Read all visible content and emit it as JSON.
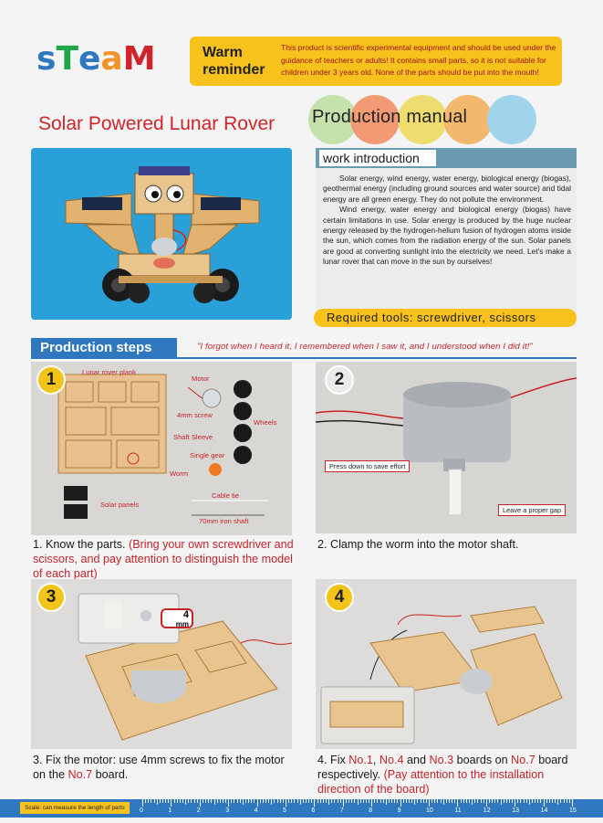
{
  "header": {
    "logo_letters": [
      {
        "char": "s",
        "color": "#2f78bf"
      },
      {
        "char": "T",
        "color": "#1fa84a"
      },
      {
        "char": "e",
        "color": "#2f78bf"
      },
      {
        "char": "a",
        "color": "#f0932b"
      },
      {
        "char": "M",
        "color": "#d1242a"
      }
    ],
    "reminder_title": "Warm reminder",
    "reminder_text": "This product is scientific experimental equipment and should be used under the guidance of teachers or adults! It contains small parts, so it is not suitable for children under 3 years old. None of the parts should be put into the mouth!",
    "product_title": "Solar Powered Lunar Rover",
    "manual_label": "Production manual",
    "circle_colors": [
      "#c5e2ac",
      "#f19a73",
      "#eedd6e",
      "#f3b86d",
      "#9fd4ec"
    ]
  },
  "intro": {
    "heading": "work introduction",
    "paragraph_1": "Solar energy, wind energy, water energy, biological energy (biogas), geothermal energy (including ground sources and water source) and tidal energy are all green energy. They do not pollute the environment.",
    "paragraph_2": "Wind energy, water energy and biological energy (biogas) have certain limitations in use. Solar energy is produced by the huge nuclear energy released by the hydrogen-helium fusion of hydrogen atoms inside the sun, which comes from the radiation energy of the sun. Solar panels are good at converting sunlight into the electricity we need. Let's make a lunar rover that can move in the sun by ourselves!",
    "tools": "Required tools: screwdriver, scissors"
  },
  "steps_header": {
    "title": "Production steps",
    "quote": "\"I forgot when I heard it, I remembered when I saw it, and I understood when I did it!\""
  },
  "steps": [
    {
      "number": "1",
      "caption_plain": "1. Know the parts.",
      "caption_red": "(Bring your own screwdriver and scissors, and pay attention to distinguish the model of each part)",
      "part_labels": {
        "plank": "Lunar rover plank",
        "motor": "Motor",
        "screw": "4mm screw",
        "wheels": "Wheels",
        "sleeve": "Shaft Sleeve",
        "gear": "Single gear",
        "worm": "Worm",
        "cable": "Cable tie",
        "solar": "Solar panels",
        "shaft": "70mm iron shaft"
      }
    },
    {
      "number": "2",
      "caption_plain": "2. Clamp the worm into the motor shaft.",
      "note_1": "Press down to save effort",
      "note_2": "Leave a proper gap"
    },
    {
      "number": "3",
      "caption_plain": "3. Fix the motor: use 4mm screws to fix the motor on the",
      "caption_red_inline": "No.7",
      "caption_tail": "board.",
      "screw_size": "4",
      "screw_unit": "mm"
    },
    {
      "number": "4",
      "caption_parts": [
        {
          "t": "4. Fix ",
          "red": false
        },
        {
          "t": "No.1",
          "red": true
        },
        {
          "t": ", ",
          "red": false
        },
        {
          "t": "No.4",
          "red": true
        },
        {
          "t": " and ",
          "red": false
        },
        {
          "t": "No.3",
          "red": true
        },
        {
          "t": " boards on ",
          "red": false
        },
        {
          "t": "No.7",
          "red": true
        },
        {
          "t": " board respectively. ",
          "red": false
        },
        {
          "t": "(Pay attention to the installation direction of the board)",
          "red": true
        }
      ]
    }
  ],
  "ruler": {
    "tag": "Scale: can measure the length of parts",
    "numbers": [
      "0",
      "1",
      "2",
      "3",
      "4",
      "5",
      "6",
      "7",
      "8",
      "9",
      "10",
      "11",
      "12",
      "13",
      "14",
      "15"
    ]
  }
}
